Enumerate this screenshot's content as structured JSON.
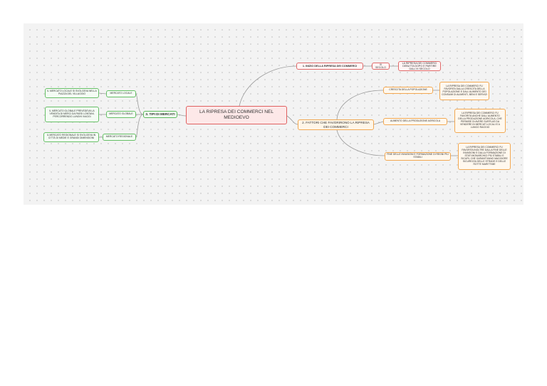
{
  "colors": {
    "red": "#e06060",
    "orange": "#f2a852",
    "green": "#5cb85c",
    "canvas": "#f3f3f3"
  },
  "central": "LA RIPRESA DEI COMMERCI NEL MEDIOEVO",
  "branch1": {
    "title": "1. INIZIO DELLA RIPRESA DEI COMMERCI",
    "child": "XI SECOLO",
    "note": "LA RIPRESA DEI COMMERCI DEBUTTA DOPO E PARTIRE DALL'XI SECOLO"
  },
  "branch2": {
    "title": "2. FATTORI CHE FAVORIRONO LA RIPRESA DEI COMMERCI",
    "items": [
      {
        "label": "CRESCITA DELLA POPOLAZIONE",
        "note": "LA RIPRESA DEI COMMERCI FU FAVORITA DALLA CRESCITA DELLA POPOLAZIONE E DALL'AUMENTO DEI CONSUMI DI ALIMENTI, BENI E SERVIZI"
      },
      {
        "label": "AUMENTO DELLA PRODUZIONE AGRICOLA",
        "note": "LA RIPRESA DEI COMMERCI FU FAVORITA ANCHE DALL'AUMENTO DELLA PRODUZIONE AGRICOLA, CHE PERMISE DI AVERE SURPLUS DA VENDERE IN MERCATI LOCALI E A LUNGO RAGGIO"
      },
      {
        "label": "FINE DELLE INVASIONI E FORMAZIONE DI REGNI PIÙ STABILI",
        "note": "LA RIPRESA DEI COMMERCI FU FAVORITA INOLTRE DALLA FINE DELLE INVASIONI E DALLA FORMAZIONE DI STATI MONARCHICI PIÙ STABILI E SICURI, CHE GARANTIVANO MAGGIORE SICUREZZA DELLE STRADE E DELLE ROTTE MARITTIME"
      }
    ]
  },
  "branch3": {
    "title": "3. TIPI DI MERCATI",
    "items": [
      {
        "label": "MERCATO LOCALE",
        "note": "IL MERCATO LOCALE SI SVOLGEVA NELLA PIAZZA DEL VILLAGGIO"
      },
      {
        "label": "MERCATO GLOBALE",
        "note": "IL MERCATO GLOBALE PREVEDEVA LA VENDITA DI MERCI DA PAESI LONTANI, PERCORRENDO LUNGHI VIAGGI"
      },
      {
        "label": "MERCATO REGIONALE",
        "note": "IL MERCATO REGIONALE SI SVOLGEVA IN CITTÀ DI MEDIE E GRANDI DIMENSIONI"
      }
    ]
  }
}
